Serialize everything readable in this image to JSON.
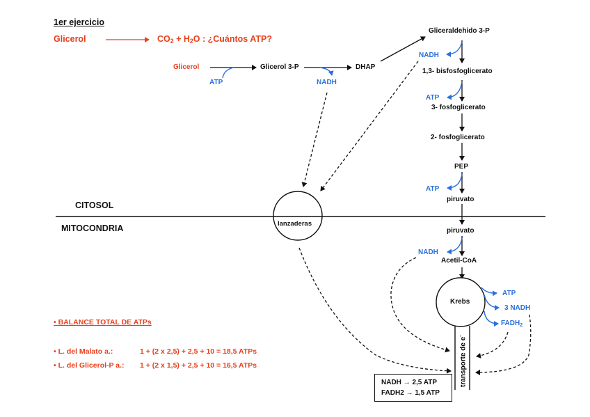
{
  "header": {
    "exercise_title": "1er ejercicio",
    "question_substrate": "Glicerol",
    "question_products_co": "CO",
    "question_products_co_sub": "2",
    "question_products_h": " + H",
    "question_products_h_sub": "2",
    "question_products_rest": "O : ¿Cuántos ATP?"
  },
  "glycerol_path": {
    "glicerol": "Glicerol",
    "atp_in": "ATP",
    "glicerol3p": "Glicerol 3-P",
    "nadh": "NADH",
    "dhap": "DHAP"
  },
  "glycolysis": {
    "steps": [
      "Gliceraldehido 3-P",
      "1,3- bisfosfoglicerato",
      "3- fosfoglicerato",
      "2- fosfoglicerato",
      "PEP",
      "piruvato"
    ],
    "nadh": "NADH",
    "atp1": "ATP",
    "atp2": "ATP"
  },
  "compartments": {
    "citosol": "CITOSOL",
    "mitocondria": "MITOCONDRIA",
    "shuttle": "lanzaderas"
  },
  "mito": {
    "piruvato": "piruvato",
    "nadh": "NADH",
    "acetil": "Acetil-CoA",
    "krebs": "Krebs",
    "krebs_atp": "ATP",
    "krebs_nadh": "3 NADH",
    "krebs_fadh": "FADH",
    "krebs_fadh_sub": "2",
    "transport": "transporte de e",
    "transport_sup": "-"
  },
  "equivalence_box": {
    "line1": "NADH → 2,5 ATP",
    "line2": "FADH2 → 1,5 ATP"
  },
  "balance": {
    "title": "• BALANCE TOTAL DE ATPs",
    "rows": [
      {
        "label": "• L. del Malato a.:",
        "formula": "1 + (2 x 2,5) + 2,5 + 10 = 18,5 ATPs"
      },
      {
        "label": "• L. del Glicerol-P a.:",
        "formula": "1 + (2 x 1,5) + 2,5 + 10 = 16,5 ATPs"
      }
    ]
  },
  "colors": {
    "accent_red": "#e8401c",
    "accent_blue": "#2a6fdc",
    "ink": "#111111"
  }
}
